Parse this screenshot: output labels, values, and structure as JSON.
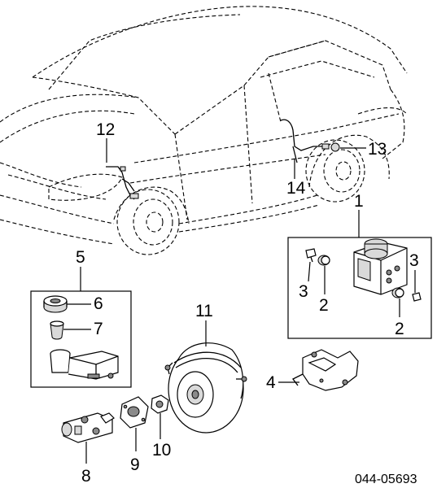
{
  "diagram": {
    "callouts": {
      "c1": "1",
      "c2a": "2",
      "c2b": "2",
      "c3a": "3",
      "c3b": "3",
      "c4": "4",
      "c5": "5",
      "c6": "6",
      "c7": "7",
      "c8": "8",
      "c9": "9",
      "c10": "10",
      "c11": "11",
      "c12": "12",
      "c13": "13",
      "c14": "14"
    },
    "drawing_code": "044-05693"
  }
}
